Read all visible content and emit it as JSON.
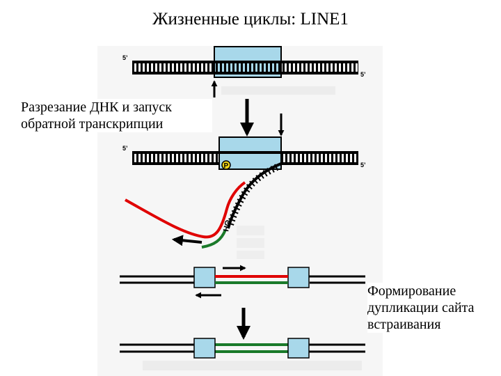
{
  "title": "Жизненные циклы: LINE1",
  "captions": {
    "left": [
      "Разрезание ДНК и запуск",
      "обратной транскрипции"
    ],
    "right": [
      "Формирование",
      "дупликации сайта",
      "встраивания"
    ]
  },
  "labels": {
    "five_prime": "5’",
    "phosphate": "P",
    "hydroxyl": "HO"
  },
  "colors": {
    "target_site": "#a8d8ea",
    "rna_strand": "#e00000",
    "cdna_strand": "#1a7a2a",
    "dna": "#000000",
    "panel_bg": "#f7f7f7"
  }
}
